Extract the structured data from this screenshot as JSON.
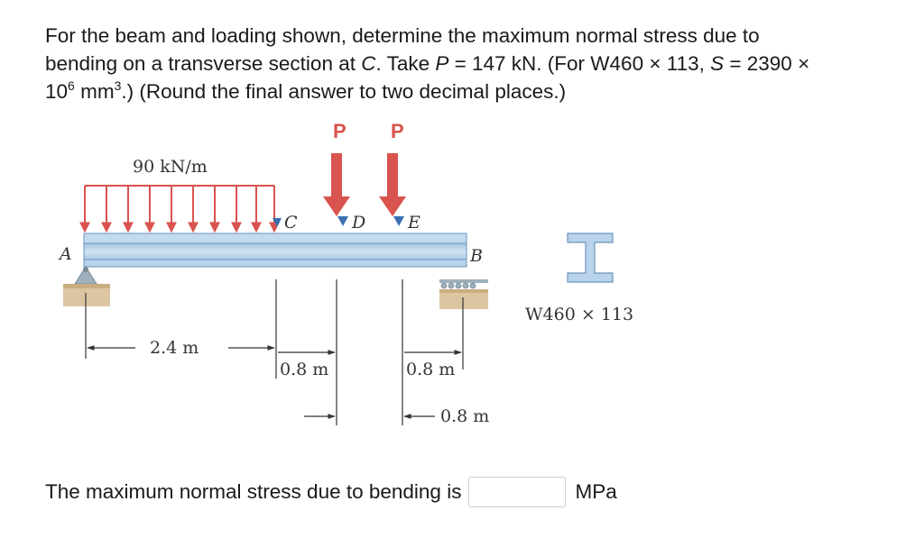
{
  "question": {
    "line1": "For the beam and loading shown, determine the maximum normal stress due to",
    "line2_a": "bending on a transverse section at ",
    "line2_C": "C",
    "line2_b": ". Take ",
    "line2_P": "P",
    "line2_c": " = 147 kN. (For W460 × 113, ",
    "line2_S": "S",
    "line2_d": " = 2390 ×",
    "line3_a": "10",
    "line3_sup1": "6",
    "line3_b": " mm",
    "line3_sup2": "3",
    "line3_c": ".) (Round the final answer to two decimal places.)"
  },
  "diagram": {
    "load_P1": "P",
    "load_P2": "P",
    "distributed_load": "90 kN/m",
    "label_A": "A",
    "label_B": "B",
    "label_C": "C",
    "label_D": "D",
    "label_E": "E",
    "dim_AC": "2.4 m",
    "dim_CD": "0.8 m",
    "dim_DE": "0.8 m",
    "dim_EB": "0.8 m",
    "section": "W460 × 113",
    "colors": {
      "load_red": "#d9534f",
      "beam_blue": "#bcd6ea",
      "support_tan": "#d8c09a"
    }
  },
  "answer": {
    "prompt": "The maximum normal stress due to bending is",
    "value": "",
    "unit": "MPa"
  }
}
